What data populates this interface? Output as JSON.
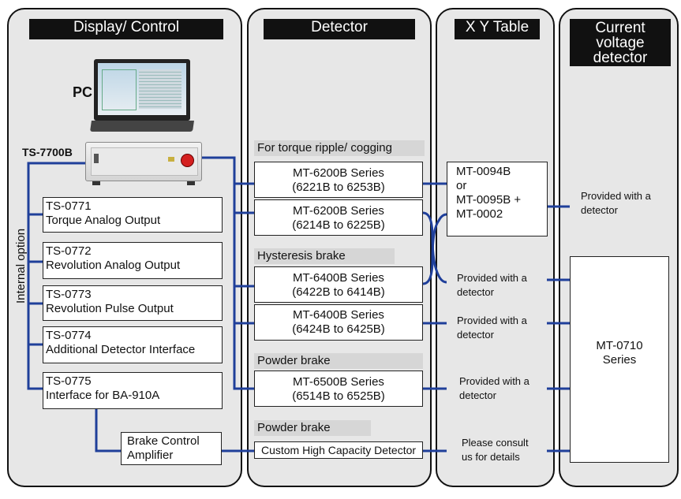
{
  "columns": {
    "display": "Display/ Control",
    "detector": "Detector",
    "xy": "X Y Table",
    "current": [
      "Current",
      "voltage",
      "detector"
    ]
  },
  "pc_label": "PC",
  "ts7700b_label": "TS-7700B",
  "internal_option": "Internal option",
  "options": [
    {
      "code": "TS-0771",
      "name": "Torque Analog Output"
    },
    {
      "code": "TS-0772",
      "name": "Revolution Analog Output"
    },
    {
      "code": "TS-0773",
      "name": "Revolution Pulse Output"
    },
    {
      "code": "TS-0774",
      "name": "Additional Detector Interface"
    },
    {
      "code": "TS-0775",
      "name": "Interface for BA-910A"
    }
  ],
  "brake_amp": [
    "Brake Control",
    "Amplifier"
  ],
  "sections": {
    "torque": "For torque ripple/ cogging",
    "hysteresis": "Hysteresis  brake",
    "powder1": "Powder brake",
    "powder2": "Powder brake"
  },
  "detectors": [
    {
      "series": "MT-6200B Series",
      "range": "(6221B to 6253B)"
    },
    {
      "series": "MT-6200B Series",
      "range": "(6214B to 6225B)"
    },
    {
      "series": "MT-6400B Series",
      "range": "(6422B to 6414B)"
    },
    {
      "series": "MT-6400B Series",
      "range": "(6424B to 6425B)"
    },
    {
      "series": "MT-6500B Series",
      "range": "(6514B to 6525B)"
    }
  ],
  "custom_detector": "Custom High Capacity Detector",
  "xy_box": [
    "MT-0094B",
    "or",
    "MT-0095B +",
    "MT-0002"
  ],
  "xy_notes": [
    [
      "Provided with a",
      "detector"
    ],
    [
      "Provided with a",
      "detector"
    ],
    [
      "Provided with a",
      "detector"
    ],
    [
      "Please consult",
      "us for details"
    ]
  ],
  "current_note": [
    "Provided with a",
    "detector"
  ],
  "mt0710": [
    "MT-0710",
    "Series"
  ],
  "colors": {
    "wire": "#1f3f9a",
    "column_bg": "#e7e7e7",
    "header_bg": "#111111",
    "red_button": "#d42020"
  }
}
